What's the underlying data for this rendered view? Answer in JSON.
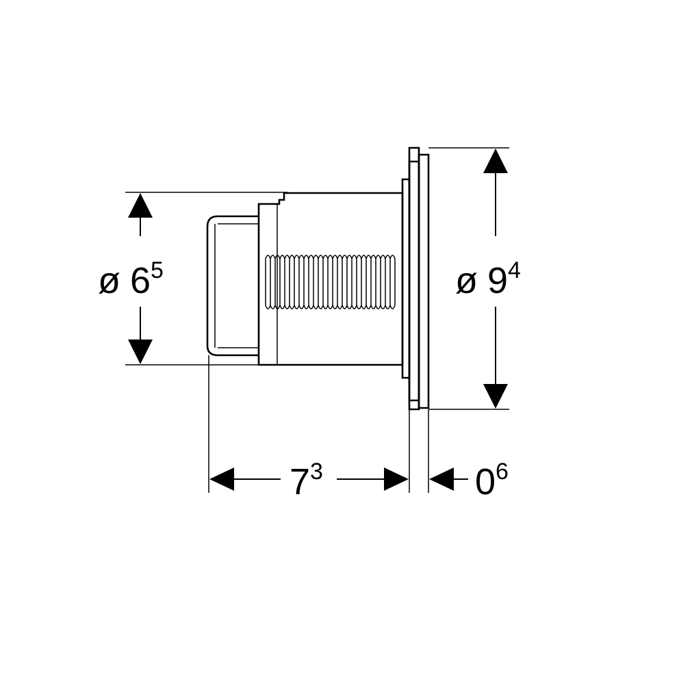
{
  "dimensions": {
    "inner_diameter": {
      "symbol": "ø",
      "major": "6",
      "minor": "5"
    },
    "outer_diameter": {
      "symbol": "ø",
      "major": "9",
      "minor": "4"
    },
    "body_depth": {
      "major": "7",
      "minor": "3"
    },
    "flange_thickness": {
      "major": "0",
      "minor": "6"
    }
  }
}
